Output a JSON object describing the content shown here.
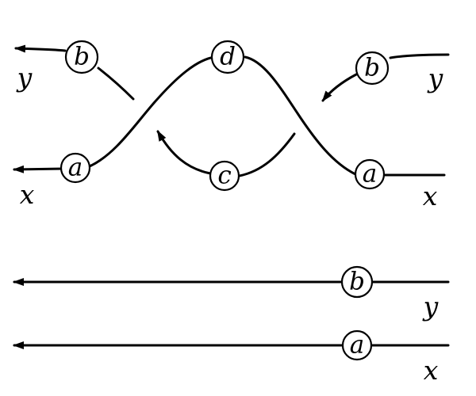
{
  "top_diagram": {
    "node_labels": {
      "b_left": "b",
      "d_top": "d",
      "b_right": "b",
      "a_left": "a",
      "c_middle": "c",
      "a_right": "a"
    },
    "wire_labels": {
      "y_left": "y",
      "y_right": "y",
      "x_left": "x",
      "x_right": "x"
    }
  },
  "bottom_diagram": {
    "node_labels": {
      "b": "b",
      "a": "a"
    },
    "wire_labels": {
      "y": "y",
      "x": "x"
    }
  }
}
